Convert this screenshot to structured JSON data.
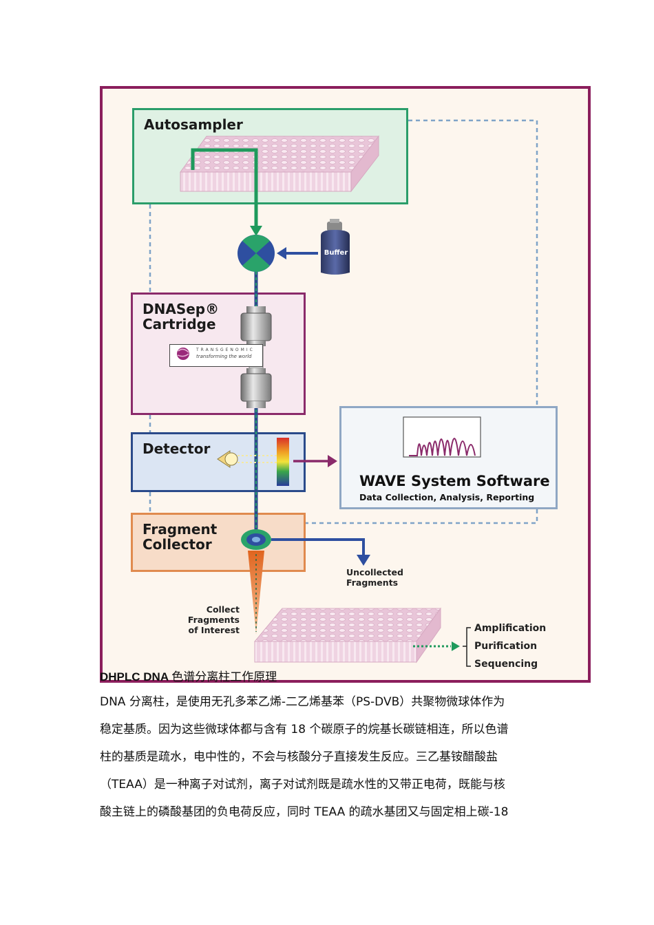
{
  "diagram": {
    "autosampler_label": "Autosampler",
    "buffer_label": "Buffer",
    "cartridge_label": "DNASep®\nCartridge",
    "brand_text": "TRANSGENOMIC",
    "brand_tagline": "transforming the world",
    "detector_label": "Detector",
    "software_title": "WAVE System Software",
    "software_subtitle": "Data Collection, Analysis, Reporting",
    "collector_label": "Fragment\nCollector",
    "uncollected_label": "Uncollected\nFragments",
    "collect_label": "Collect\nFragments\nof Interest",
    "outputs": [
      "Amplification",
      "Purification",
      "Sequencing"
    ],
    "colors": {
      "frame": "#8b1e5c",
      "autosampler": "#2a9d6a",
      "cartridge": "#8a2a6a",
      "detector": "#2a4a8a",
      "collector": "#e08a4e",
      "flow_line": "#2a4a8a",
      "dashed": "#7fa3c8"
    }
  },
  "caption": {
    "bold": "DHPLC DNA ",
    "text": "色谱分离柱工作原理"
  },
  "paragraph_lines": [
    "DNA 分离柱，是使用无孔多苯乙烯-二乙烯基苯（PS-DVB）共聚物微球体作为",
    "稳定基质。因为这些微球体都与含有 18 个碳原子的烷基长碳链相连，所以色谱",
    "柱的基质是疏水，电中性的，不会与核酸分子直接发生反应。三乙基铵醋酸盐",
    "（TEAA）是一种离子对试剂，离子对试剂既是疏水性的又带正电荷，既能与核",
    "酸主链上的磷酸基团的负电荷反应，同时 TEAA 的疏水基团又与固定相上碳-18"
  ]
}
